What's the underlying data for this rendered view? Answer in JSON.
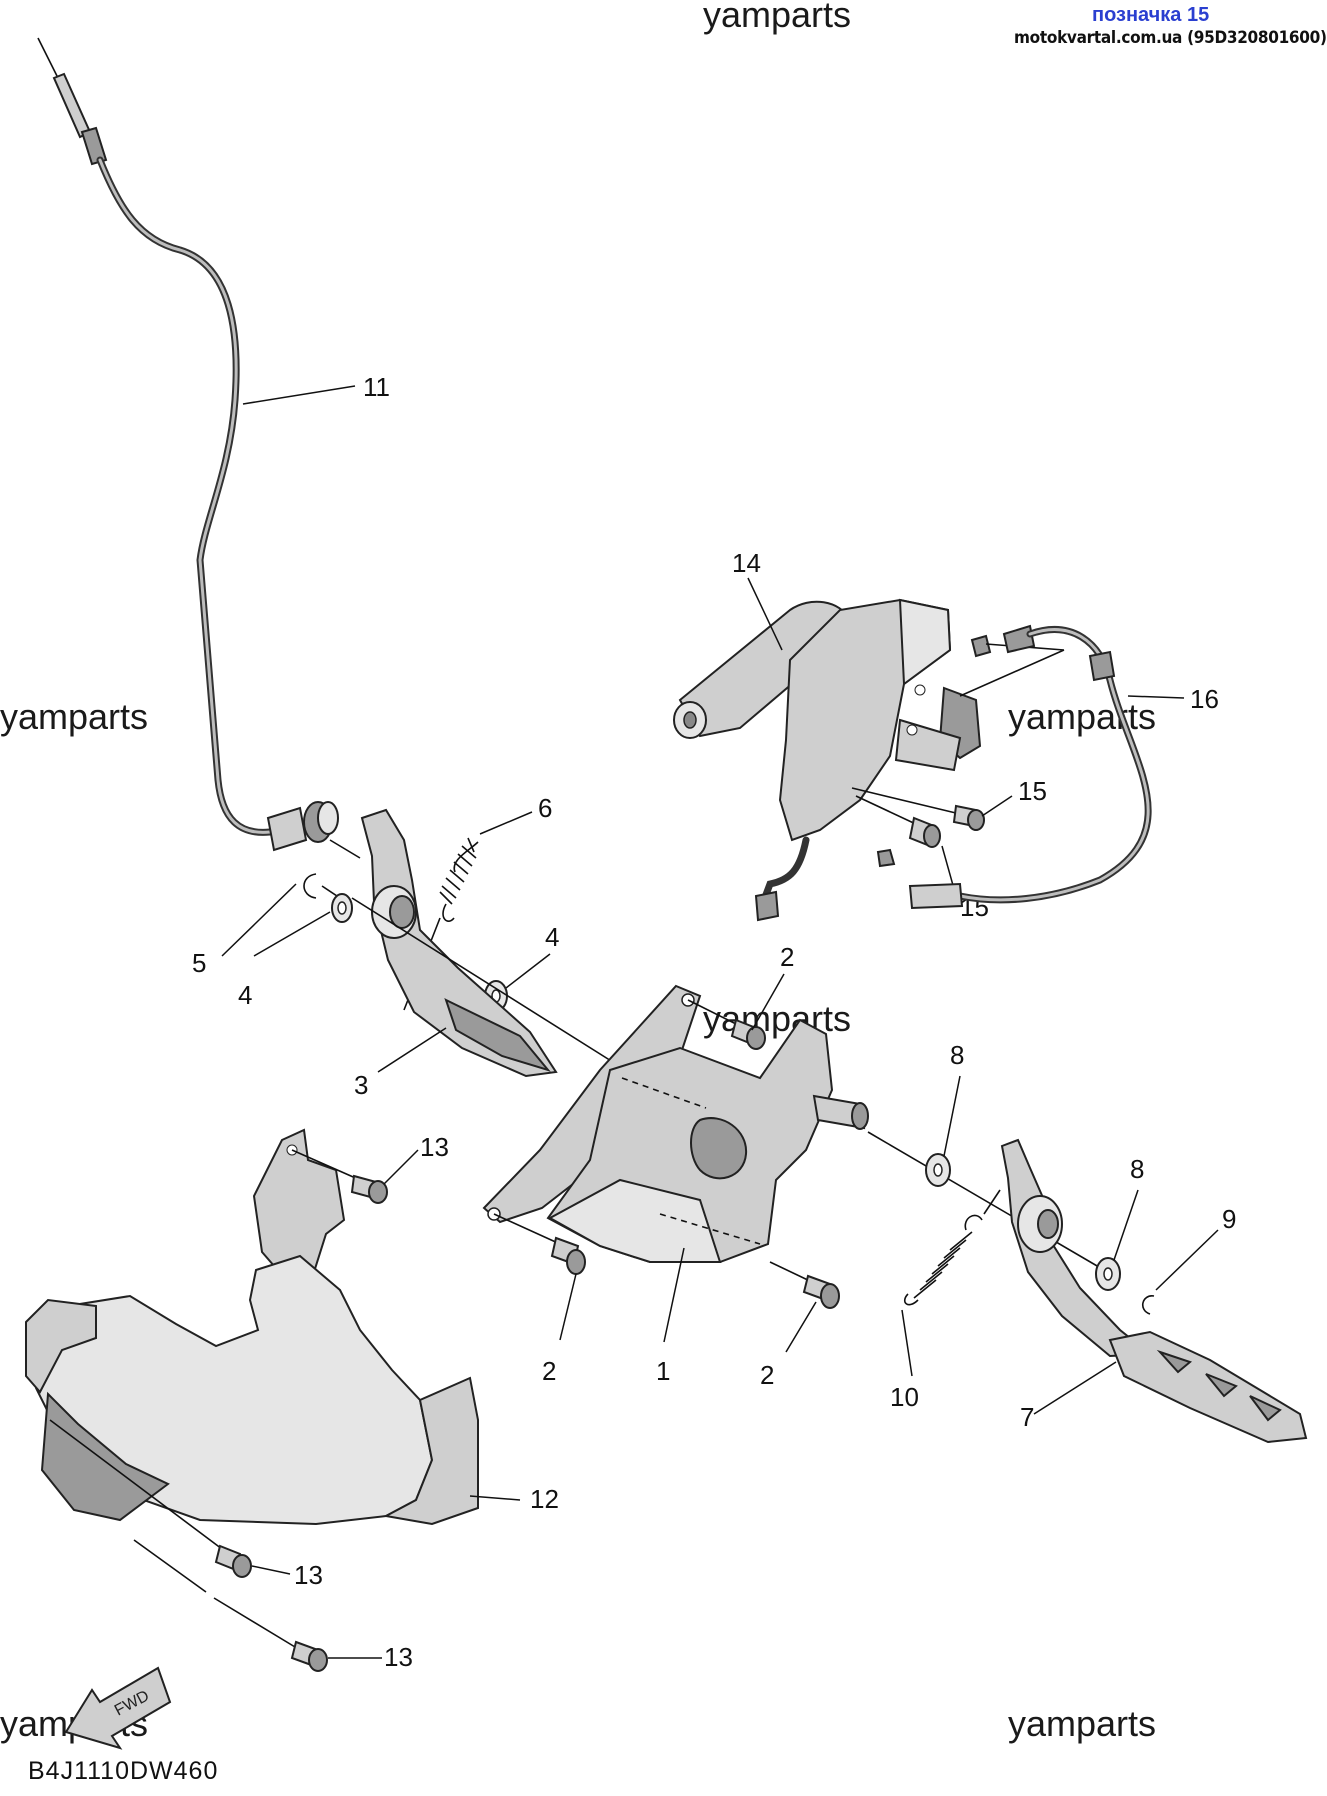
{
  "header": {
    "label": "позначка 15",
    "site": "motokvartal.com.ua (95D320801600)"
  },
  "watermark": "yamparts",
  "diagram_code": "B4J1110DW460",
  "fwd_label": "FWD",
  "callouts": {
    "c1": "1",
    "c2a": "2",
    "c2b": "2",
    "c2c": "2",
    "c3": "3",
    "c4a": "4",
    "c4b": "4",
    "c5": "5",
    "c6": "6",
    "c7": "7",
    "c8a": "8",
    "c8b": "8",
    "c9": "9",
    "c10": "10",
    "c11": "11",
    "c12": "12",
    "c13a": "13",
    "c13b": "13",
    "c13c": "13",
    "c14": "14",
    "c15a": "15",
    "c15b": "15",
    "c16": "16"
  },
  "colors": {
    "label_blue": "#2a3fd0",
    "line": "#111111",
    "part_fill": "#cfcfcf"
  }
}
